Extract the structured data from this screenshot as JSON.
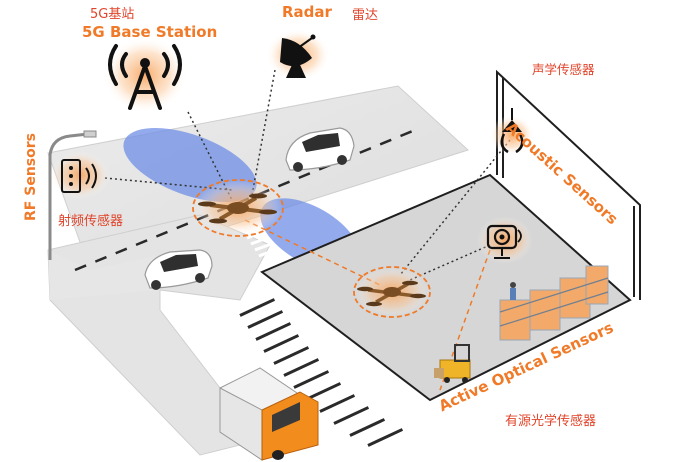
{
  "labels": {
    "base_station_cn": "5G基站",
    "base_station_en": "5G Base Station",
    "radar_en": "Radar",
    "radar_cn": "雷达",
    "acoustic_en": "Acoustic Sensors",
    "acoustic_cn": "声学传感器",
    "rf_en": "RF Sensors",
    "rf_cn": "射频传感器",
    "optical_en": "Active Optical Sensors",
    "optical_cn": "有源光学传感器"
  },
  "colors": {
    "accent": "#f07a28",
    "label_red": "#e0442a",
    "road": "#e3e3e3",
    "road_edge": "#c8c8c8",
    "lot": "#d9d9d9",
    "lot_edge": "#222222",
    "beam": "#6f8fe6",
    "drone": "#8a5a2b"
  },
  "icons": {
    "base_station": "cell-tower-icon",
    "radar": "radar-dish-icon",
    "acoustic": "acoustic-sensor-icon",
    "rf": "rf-sensor-icon",
    "optical": "camera-sensor-icon",
    "drone": "drone-icon"
  }
}
